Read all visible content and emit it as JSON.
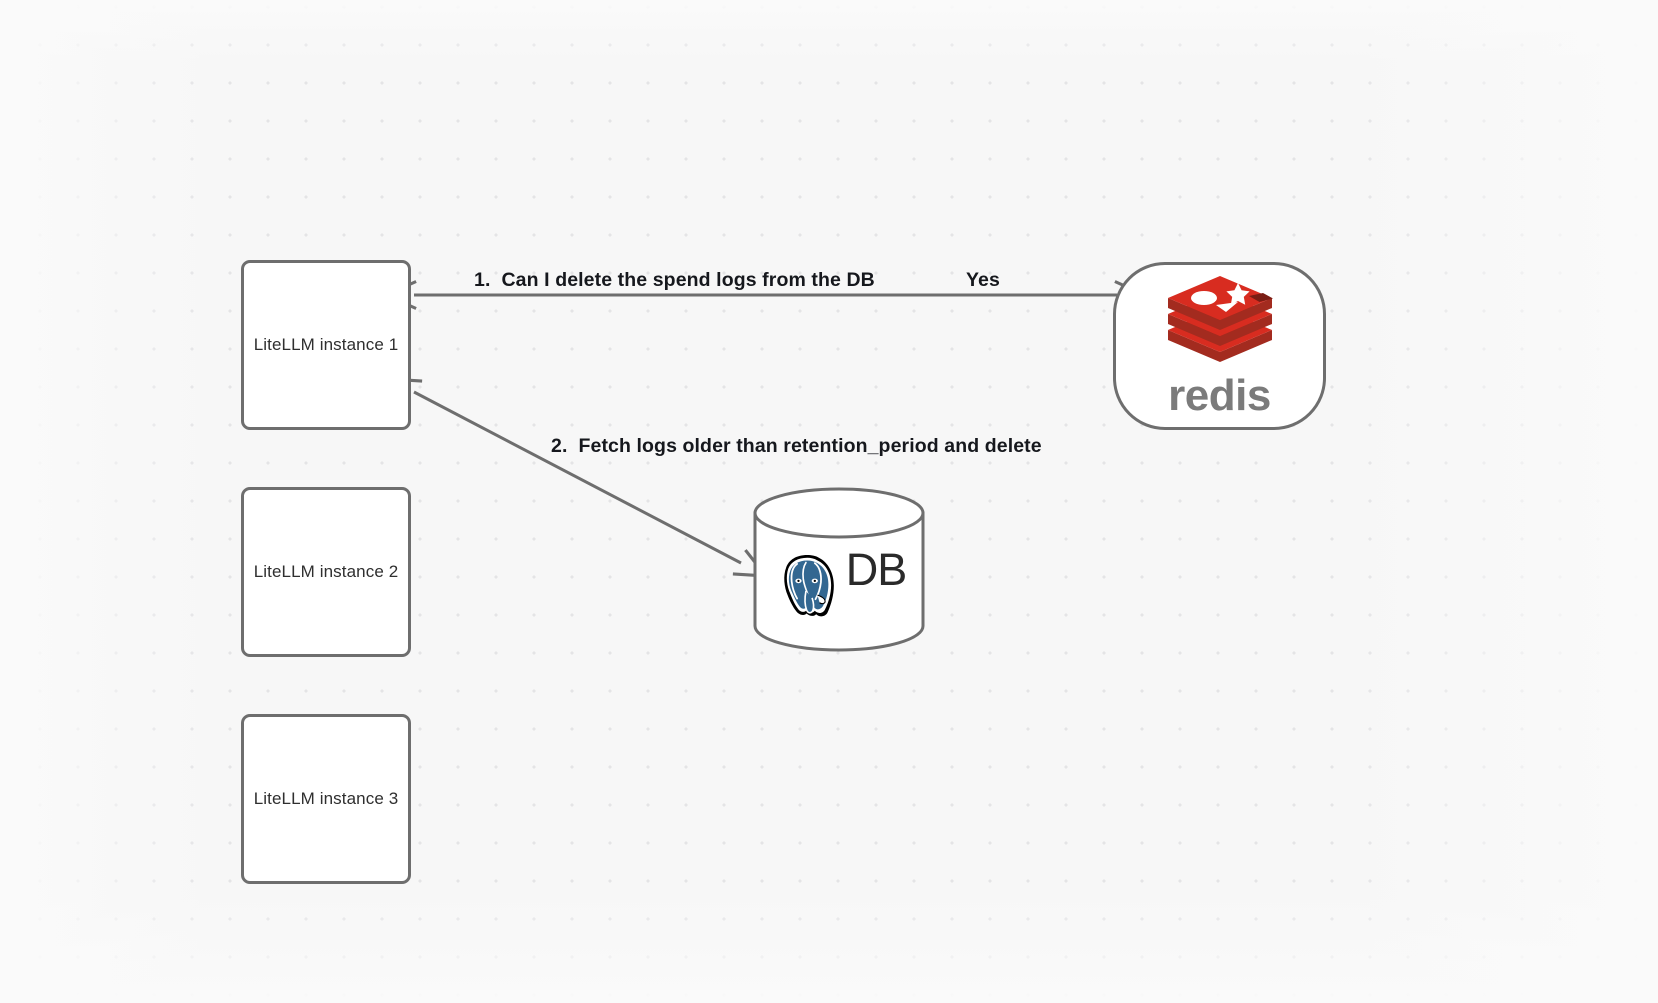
{
  "canvas": {
    "background_color": "#f7f7f7",
    "grid_dot_color": "#e4e4e6",
    "edge_color": "#6e6e6e",
    "node_border_color": "#6e6e6e",
    "node_fill_color": "#ffffff"
  },
  "nodes": [
    {
      "id": "litellm-1",
      "label": "LiteLLM instance 1",
      "shape": "rounded-rect"
    },
    {
      "id": "litellm-2",
      "label": "LiteLLM instance 2",
      "shape": "rounded-rect"
    },
    {
      "id": "litellm-3",
      "label": "LiteLLM instance 3",
      "shape": "rounded-rect"
    },
    {
      "id": "redis",
      "label": "redis",
      "shape": "rounded-pill",
      "logo": "redis-logo-icon",
      "accent_color": "#d82c20"
    },
    {
      "id": "db",
      "label": "DB",
      "shape": "cylinder",
      "logo": "postgresql-elephant-icon",
      "accent_color": "#336791"
    }
  ],
  "edges": [
    {
      "id": "edge-1",
      "from": "litellm-1",
      "to": "redis",
      "direction": "bidirectional",
      "label": "1.  Can I delete the spend logs from the DB",
      "secondary_label": "Yes"
    },
    {
      "id": "edge-2",
      "from": "litellm-1",
      "to": "db",
      "direction": "bidirectional",
      "label": "2.  Fetch logs older than retention_period and delete"
    }
  ]
}
